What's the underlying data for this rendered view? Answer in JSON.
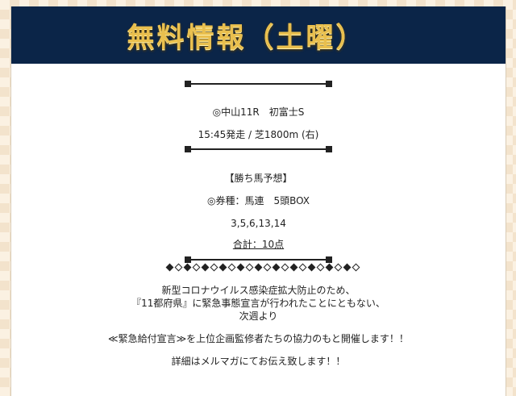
{
  "header": {
    "title": "無料情報（土曜）"
  },
  "race": {
    "name": "◎中山11R　初富士S",
    "details": "15:45発走 / 芝1800m (右)"
  },
  "prediction": {
    "heading": "【勝ち馬予想】",
    "bet_type": "◎券種：馬連　5頭BOX",
    "numbers": "3,5,6,13,14",
    "total": "合計：10点"
  },
  "notice": {
    "line1": "新型コロナウイルス感染症拡大防止のため、",
    "line2": "『11都府県』に緊急事態宣言が行われたことにともない、",
    "line3": "次週より",
    "line4": "≪緊急給付宣言≫を上位企画監修者たちの協力のもと開催します！！",
    "line5": "詳細はメルマガにてお伝え致します！！"
  },
  "colors": {
    "header_bg": "#0b2548",
    "title_gold": "#e9bf4e",
    "page_bg": "#fbf1e2"
  }
}
